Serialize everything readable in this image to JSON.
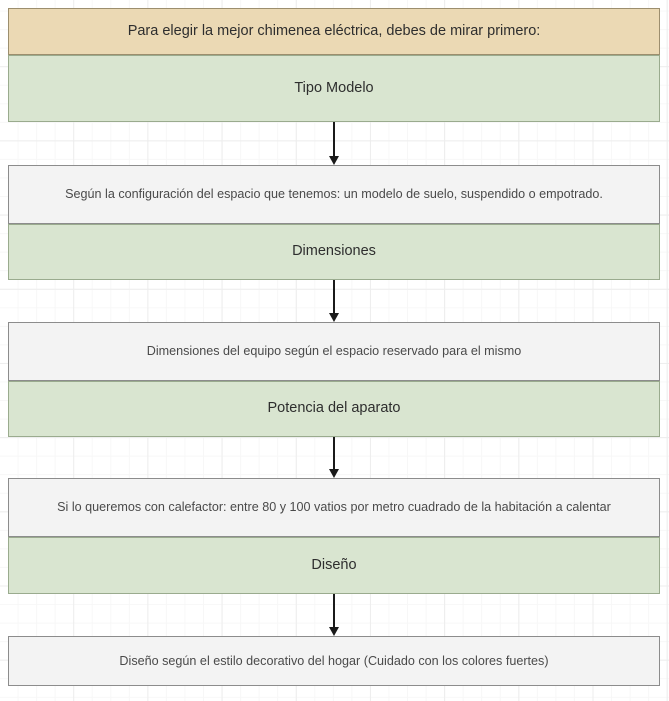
{
  "diagram": {
    "type": "flowchart",
    "title_box": {
      "label": "Para elegir la mejor chimenea eléctrica, debes de mirar primero:",
      "fill": "#ebd9b4",
      "border": "#9c8e6e"
    },
    "steps": [
      {
        "head": "Tipo Modelo",
        "detail": "Según la configuración del espacio que tenemos: un modelo de suelo, suspendido o empotrado."
      },
      {
        "head": "Dimensiones",
        "detail": "Dimensiones del equipo según el espacio reservado para el mismo"
      },
      {
        "head": "Potencia del aparato",
        "detail": "Si lo queremos con calefactor: entre 80 y 100 vatios por metro cuadrado de la habitación a calentar"
      },
      {
        "head": "Diseño",
        "detail": "Diseño según el estilo decorativo del hogar (Cuidado con los colores fuertes)"
      }
    ],
    "colors": {
      "head_fill": "#d9e5d0",
      "head_border": "#9aab8e",
      "detail_fill": "#f3f3f3",
      "detail_border": "#8c8c8c",
      "arrow": "#1a1a1a",
      "grid_minor": "#f7f7f7",
      "grid_major": "#ededed",
      "canvas": "#ffffff"
    },
    "connector_count": 4
  }
}
